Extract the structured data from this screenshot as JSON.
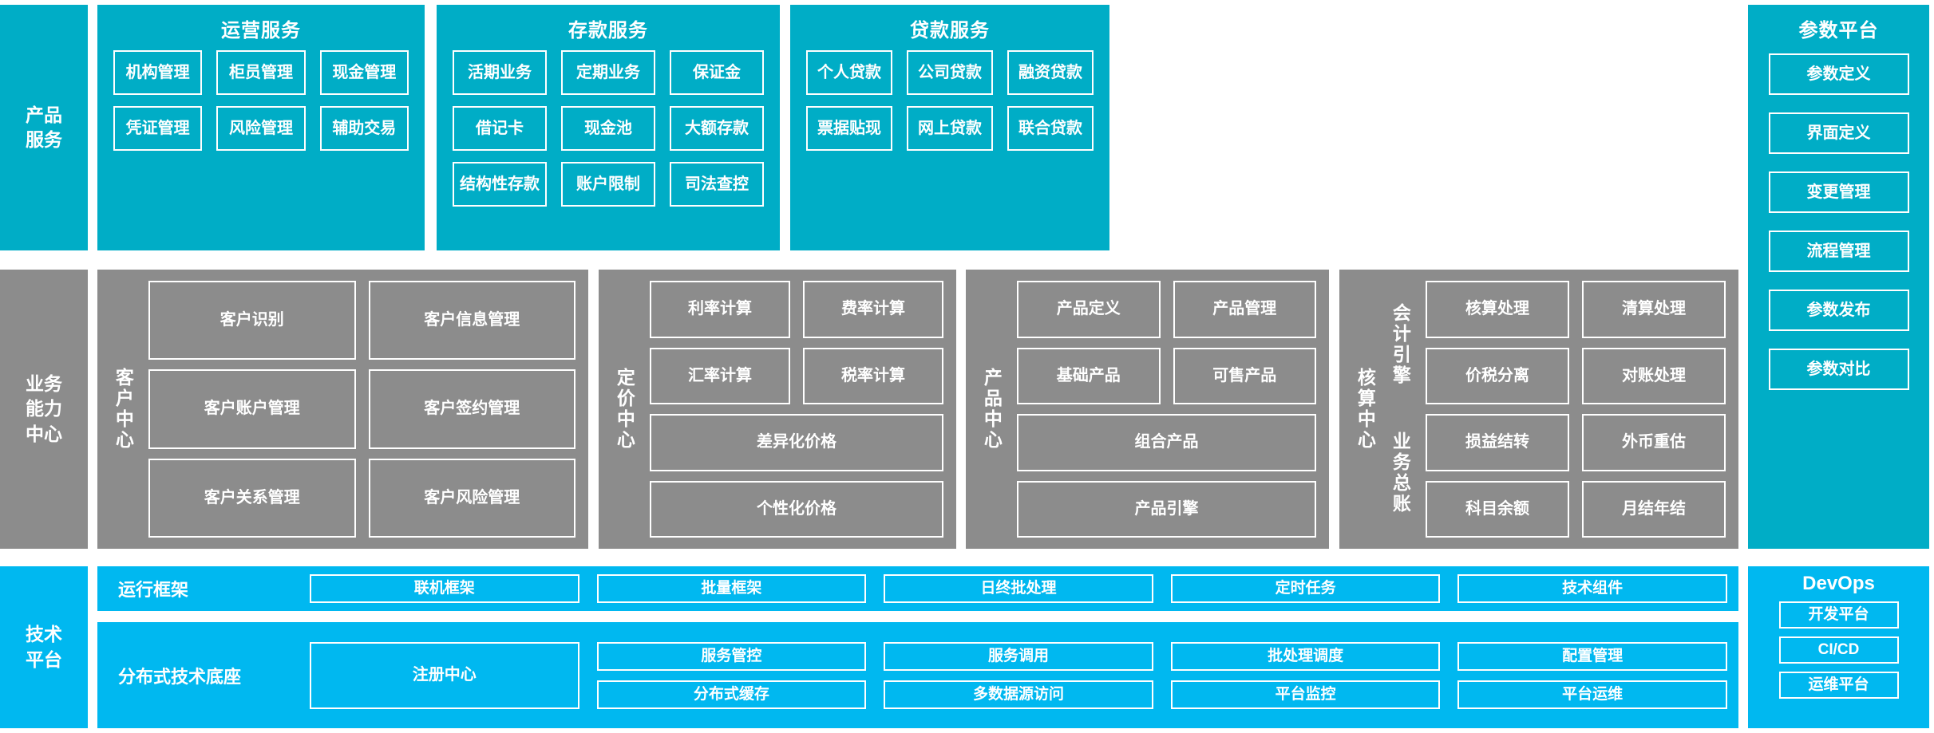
{
  "layers": {
    "product_service": {
      "label": "产品\n服务",
      "groups": [
        {
          "title": "运营服务",
          "rows": [
            [
              "机构管理",
              "柜员管理",
              "现金管理"
            ],
            [
              "凭证管理",
              "风险管理",
              "辅助交易"
            ]
          ]
        },
        {
          "title": "存款服务",
          "rows": [
            [
              "活期业务",
              "定期业务",
              "保证金"
            ],
            [
              "借记卡",
              "现金池",
              "大额存款"
            ],
            [
              "结构性存款",
              "账户限制",
              "司法查控"
            ]
          ]
        },
        {
          "title": "贷款服务",
          "rows": [
            [
              "个人贷款",
              "公司贷款",
              "融资贷款"
            ],
            [
              "票据贴现",
              "网上贷款",
              "联合贷款"
            ]
          ]
        }
      ]
    },
    "business_capability": {
      "label": "业务\n能力\n中心",
      "centers": [
        {
          "name": "客户中心",
          "sublabels": [],
          "rows": [
            [
              "客户识别",
              "客户信息管理"
            ],
            [
              "客户账户管理",
              "客户签约管理"
            ],
            [
              "客户关系管理",
              "客户风险管理"
            ]
          ]
        },
        {
          "name": "定价中心",
          "sublabels": [],
          "rows": [
            [
              "利率计算",
              "费率计算"
            ],
            [
              "汇率计算",
              "税率计算"
            ],
            [
              "差异化价格"
            ],
            [
              "个性化价格"
            ]
          ]
        },
        {
          "name": "产品中心",
          "sublabels": [],
          "rows": [
            [
              "产品定义",
              "产品管理"
            ],
            [
              "基础产品",
              "可售产品"
            ],
            [
              "组合产品"
            ],
            [
              "产品引擎"
            ]
          ]
        },
        {
          "name": "核算中心",
          "sublabels": [
            "会计引擎",
            "业务总账"
          ],
          "rows": [
            [
              "核算处理",
              "清算处理"
            ],
            [
              "价税分离",
              "对账处理"
            ],
            [
              "损益结转",
              "外币重估"
            ],
            [
              "科目余额",
              "月结年结"
            ]
          ]
        }
      ]
    },
    "tech_platform": {
      "label": "技术\n平台",
      "bands": [
        {
          "name": "运行框架",
          "cells": [
            "联机框架",
            "批量框架",
            "日终批处理",
            "定时任务",
            "技术组件"
          ]
        },
        {
          "name": "分布式技术底座",
          "columns": [
            [
              "注册中心"
            ],
            [
              "服务管控",
              "分布式缓存"
            ],
            [
              "服务调用",
              "多数据源访问"
            ],
            [
              "批处理调度",
              "平台监控"
            ],
            [
              "配置管理",
              "平台运维"
            ]
          ]
        }
      ]
    }
  },
  "param_platform": {
    "title": "参数平台",
    "items": [
      "参数定义",
      "界面定义",
      "变更管理",
      "流程管理",
      "参数发布",
      "参数对比"
    ]
  },
  "devops": {
    "title": "DevOps",
    "items": [
      "开发平台",
      "CI/CD",
      "运维平台"
    ]
  },
  "colors": {
    "teal": "#00ADC6",
    "gray": "#8C8C8C",
    "blue": "#00B8F0",
    "outline": "#FFFFFF"
  }
}
